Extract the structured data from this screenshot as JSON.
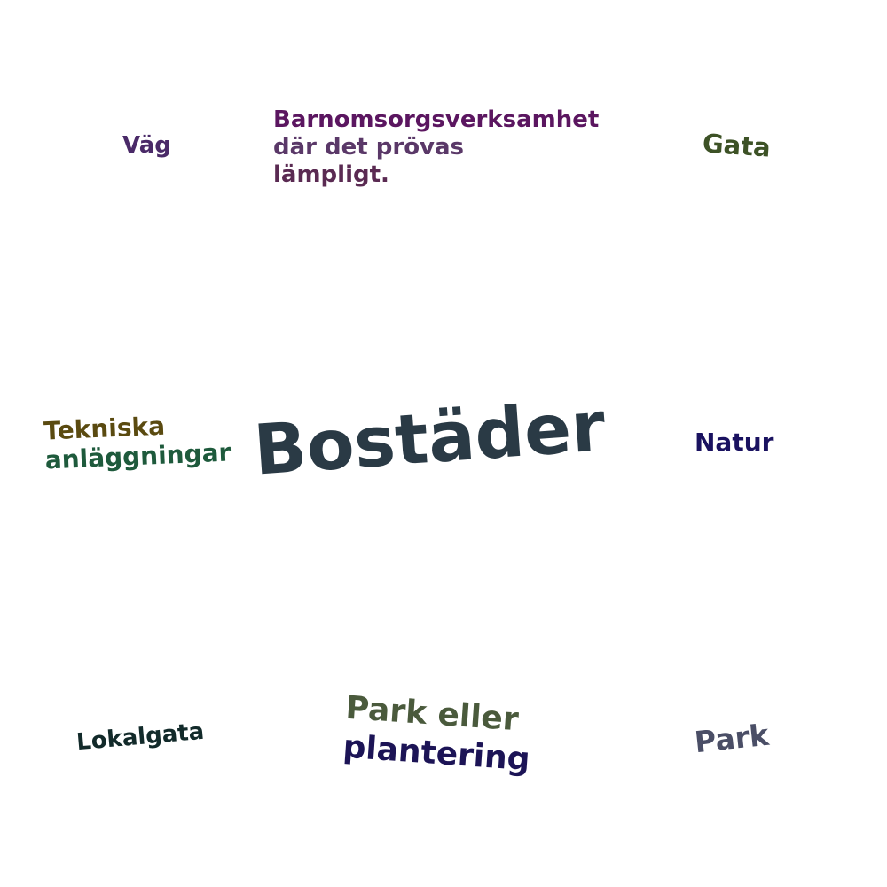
{
  "words": {
    "vag": "Väg",
    "barnomsorg": {
      "line1": "Barnomsorgsverksamhet",
      "line2": "där det prövas",
      "line3": "lämpligt."
    },
    "gata": "Gata",
    "tekniska": {
      "line1": "Tekniska",
      "line2": "anläggningar"
    },
    "bostader": "Bostäder",
    "natur": "Natur",
    "lokalgata": "Lokalgata",
    "park_eller": {
      "line1": "Park eller",
      "line2": "plantering"
    },
    "park": "Park"
  },
  "colors": {
    "vag": "#4a2a68",
    "barnomsorg": [
      "#5b1660",
      "#5a3868",
      "#5a2a52"
    ],
    "gata": "#3d5226",
    "tekniska": [
      "#5a4a10",
      "#1e5a3c"
    ],
    "bostader": "#2a3a45",
    "natur": "#1a1260",
    "lokalgata": "#122a2a",
    "park_eller": [
      "#4a5a3c",
      "#1c1456"
    ],
    "park": "#4a4e66"
  }
}
